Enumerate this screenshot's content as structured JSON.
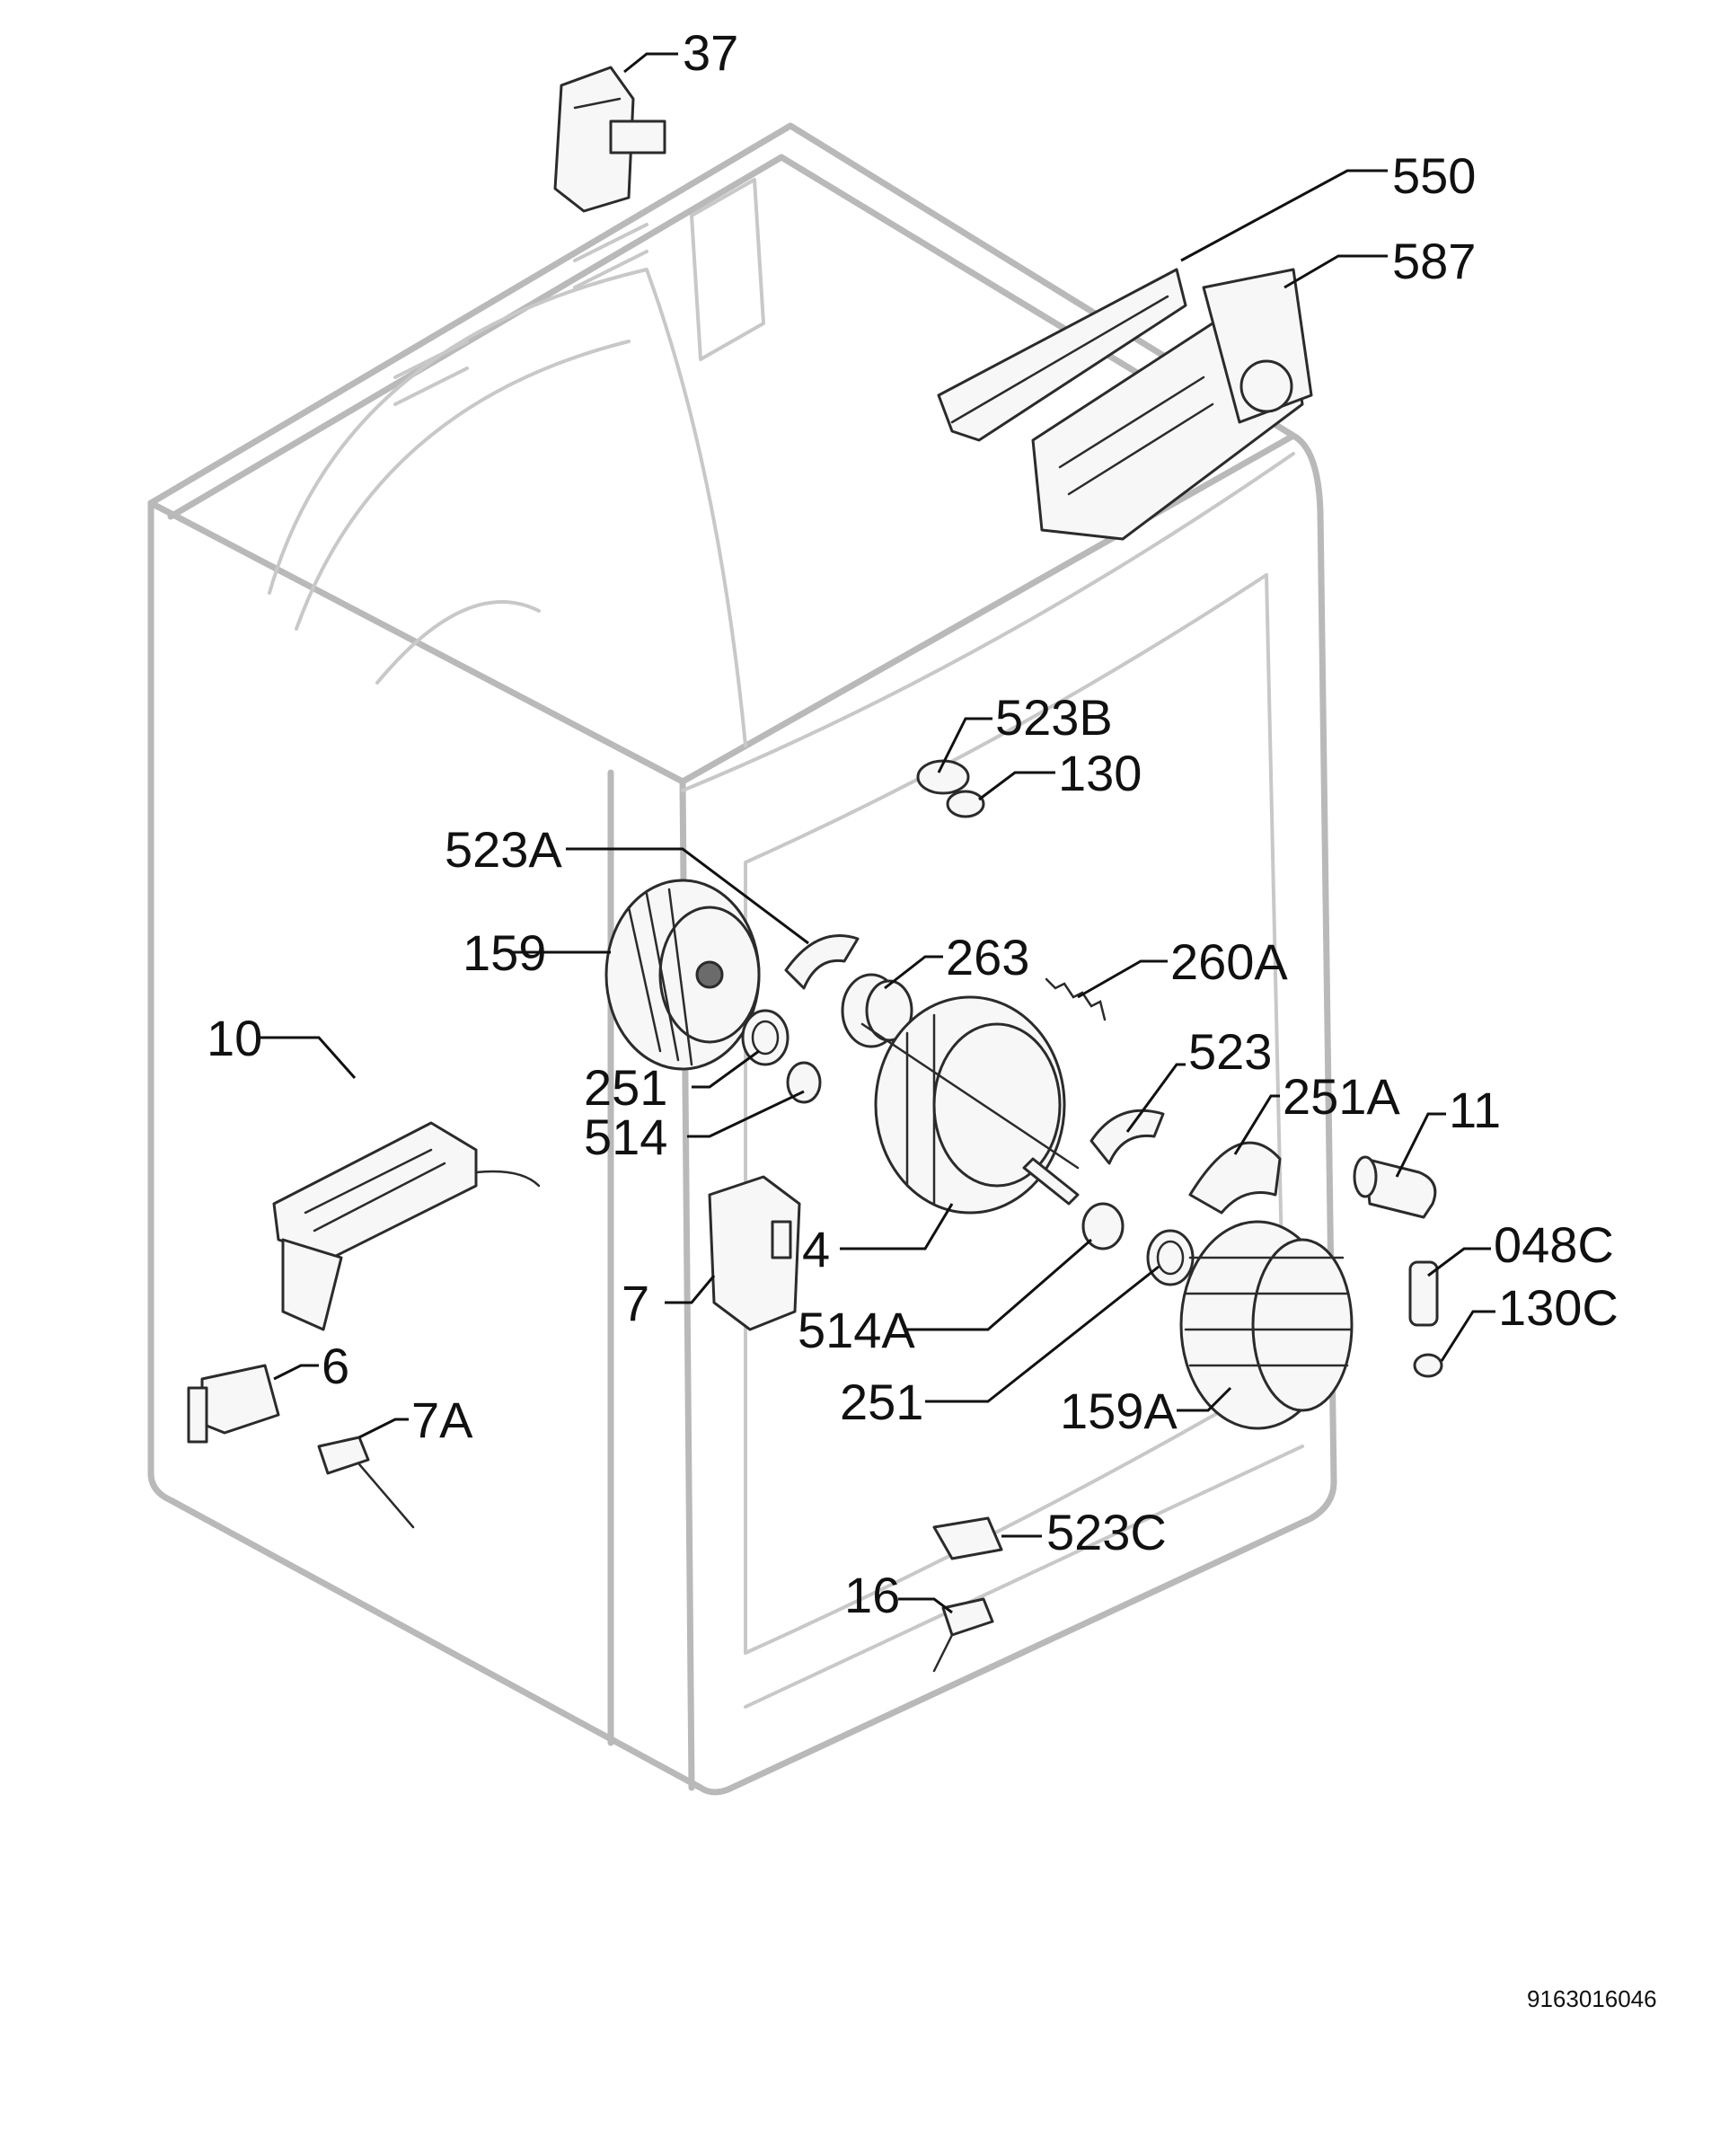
{
  "diagram": {
    "document_code": "9163016046",
    "callouts": {
      "p37": "37",
      "p550": "550",
      "p587": "587",
      "p523B": "523B",
      "p130": "130",
      "p523A": "523A",
      "p159": "159",
      "p263": "263",
      "p260A": "260A",
      "p10": "10",
      "p251a": "251",
      "p514": "514",
      "p523": "523",
      "p251A": "251A",
      "p11": "11",
      "p4": "4",
      "p7": "7",
      "p048C": "048C",
      "p514A": "514A",
      "p130C": "130C",
      "p6": "6",
      "p251b": "251",
      "p159A": "159A",
      "p7A": "7A",
      "p523C": "523C",
      "p16": "16"
    }
  }
}
